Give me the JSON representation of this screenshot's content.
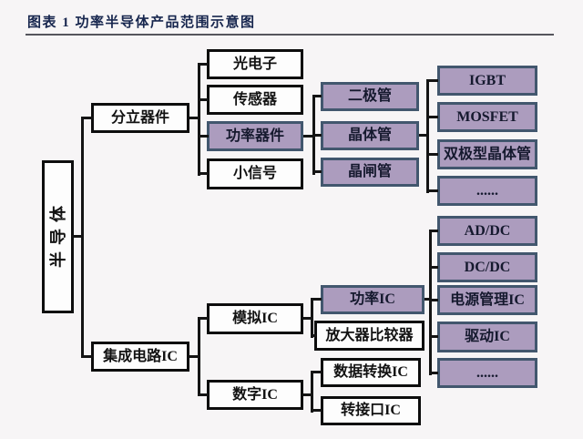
{
  "title": "图表 1 功率半导体产品范围示意图",
  "nodes": {
    "semiconductor": "半导体",
    "discrete": "分立器件",
    "integrated_circuit": "集成电路IC",
    "optoelectronics": "光电子",
    "sensor": "传感器",
    "power_device": "功率器件",
    "small_signal": "小信号",
    "diode": "二极管",
    "transistor": "晶体管",
    "thyristor": "晶闸管",
    "igbt": "IGBT",
    "mosfet": "MOSFET",
    "bipolar_transistor": "双极型晶体管",
    "transistor_more": "......",
    "analog_ic": "模拟IC",
    "digital_ic": "数字IC",
    "power_ic": "功率IC",
    "amplifier_comparator": "放大器比较器",
    "ad_dc": "AD/DC",
    "dc_dc": "DC/DC",
    "power_management_ic": "电源管理IC",
    "driver_ic": "驱动IC",
    "power_ic_more": "......",
    "data_conversion_ic": "数据转换IC",
    "interface_ic": "转接口IC"
  },
  "colors": {
    "background": "#f7f5f6",
    "plain_fill": "#fdfdfd",
    "plain_border": "#0d0d0d",
    "highlight_fill": "#ac9cbe",
    "highlight_border": "#42576e",
    "line": "#141414",
    "title": "#17264e"
  }
}
